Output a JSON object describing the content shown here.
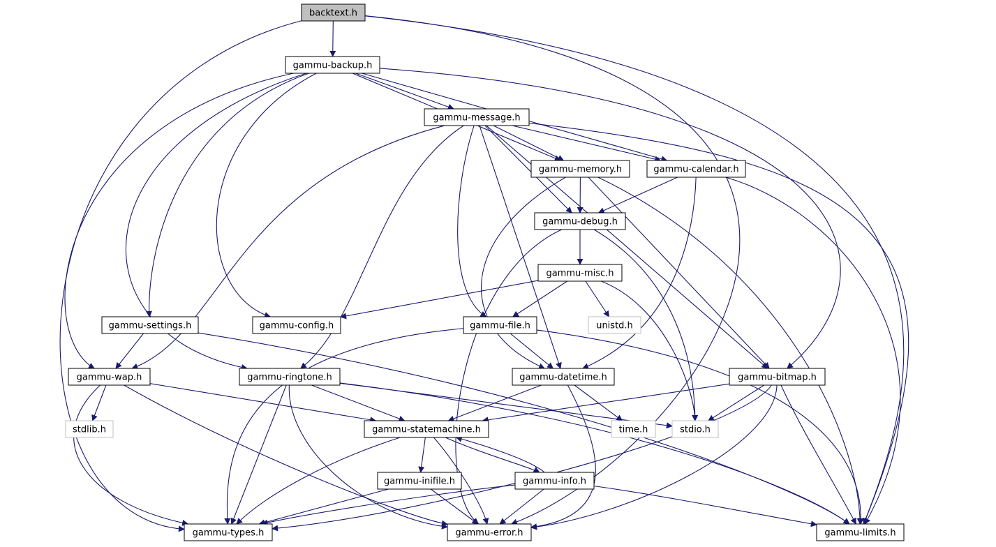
{
  "colors": {
    "edge": "#191970",
    "root_fill": "#bfbfbf",
    "node_fill": "#ffffff",
    "external_border": "#bfbfbf"
  },
  "nodes": [
    {
      "id": "backtext",
      "label": "backtext.h",
      "kind": "root"
    },
    {
      "id": "backup",
      "label": "gammu-backup.h",
      "kind": "normal"
    },
    {
      "id": "message",
      "label": "gammu-message.h",
      "kind": "normal"
    },
    {
      "id": "memory",
      "label": "gammu-memory.h",
      "kind": "normal"
    },
    {
      "id": "calendar",
      "label": "gammu-calendar.h",
      "kind": "normal"
    },
    {
      "id": "debug",
      "label": "gammu-debug.h",
      "kind": "normal"
    },
    {
      "id": "misc",
      "label": "gammu-misc.h",
      "kind": "normal"
    },
    {
      "id": "settings",
      "label": "gammu-settings.h",
      "kind": "normal"
    },
    {
      "id": "config",
      "label": "gammu-config.h",
      "kind": "normal"
    },
    {
      "id": "unistd",
      "label": "unistd.h",
      "kind": "external"
    },
    {
      "id": "file",
      "label": "gammu-file.h",
      "kind": "normal"
    },
    {
      "id": "wap",
      "label": "gammu-wap.h",
      "kind": "normal"
    },
    {
      "id": "ringtone",
      "label": "gammu-ringtone.h",
      "kind": "normal"
    },
    {
      "id": "datetime",
      "label": "gammu-datetime.h",
      "kind": "normal"
    },
    {
      "id": "bitmap",
      "label": "gammu-bitmap.h",
      "kind": "normal"
    },
    {
      "id": "stdlib",
      "label": "stdlib.h",
      "kind": "external"
    },
    {
      "id": "statemachine",
      "label": "gammu-statemachine.h",
      "kind": "normal"
    },
    {
      "id": "time",
      "label": "time.h",
      "kind": "external"
    },
    {
      "id": "stdio",
      "label": "stdio.h",
      "kind": "external"
    },
    {
      "id": "inifile",
      "label": "gammu-inifile.h",
      "kind": "normal"
    },
    {
      "id": "info",
      "label": "gammu-info.h",
      "kind": "normal"
    },
    {
      "id": "types",
      "label": "gammu-types.h",
      "kind": "normal"
    },
    {
      "id": "error",
      "label": "gammu-error.h",
      "kind": "normal"
    },
    {
      "id": "limits",
      "label": "gammu-limits.h",
      "kind": "normal"
    }
  ],
  "edges": [
    [
      "backtext",
      "backup"
    ],
    [
      "backtext",
      "types"
    ],
    [
      "backtext",
      "error"
    ],
    [
      "backtext",
      "limits"
    ],
    [
      "backup",
      "message"
    ],
    [
      "backup",
      "memory"
    ],
    [
      "backup",
      "calendar"
    ],
    [
      "backup",
      "settings"
    ],
    [
      "backup",
      "config"
    ],
    [
      "backup",
      "wap"
    ],
    [
      "backup",
      "ringtone"
    ],
    [
      "backup",
      "bitmap"
    ],
    [
      "message",
      "memory"
    ],
    [
      "message",
      "calendar"
    ],
    [
      "message",
      "debug"
    ],
    [
      "message",
      "file"
    ],
    [
      "message",
      "wap"
    ],
    [
      "message",
      "ringtone"
    ],
    [
      "message",
      "datetime"
    ],
    [
      "message",
      "bitmap"
    ],
    [
      "message",
      "limits"
    ],
    [
      "memory",
      "debug"
    ],
    [
      "memory",
      "datetime"
    ],
    [
      "memory",
      "bitmap"
    ],
    [
      "memory",
      "limits"
    ],
    [
      "calendar",
      "debug"
    ],
    [
      "calendar",
      "datetime"
    ],
    [
      "calendar",
      "limits"
    ],
    [
      "debug",
      "misc"
    ],
    [
      "debug",
      "stdio"
    ],
    [
      "debug",
      "error"
    ],
    [
      "misc",
      "config"
    ],
    [
      "misc",
      "unistd"
    ],
    [
      "misc",
      "file"
    ],
    [
      "misc",
      "stdio"
    ],
    [
      "settings",
      "wap"
    ],
    [
      "settings",
      "limits"
    ],
    [
      "file",
      "datetime"
    ],
    [
      "file",
      "types"
    ],
    [
      "file",
      "limits"
    ],
    [
      "wap",
      "stdlib"
    ],
    [
      "wap",
      "statemachine"
    ],
    [
      "wap",
      "types"
    ],
    [
      "wap",
      "error"
    ],
    [
      "ringtone",
      "statemachine"
    ],
    [
      "ringtone",
      "stdio"
    ],
    [
      "ringtone",
      "types"
    ],
    [
      "ringtone",
      "error"
    ],
    [
      "ringtone",
      "limits"
    ],
    [
      "datetime",
      "statemachine"
    ],
    [
      "datetime",
      "time"
    ],
    [
      "datetime",
      "error"
    ],
    [
      "bitmap",
      "statemachine"
    ],
    [
      "bitmap",
      "stdio"
    ],
    [
      "bitmap",
      "types"
    ],
    [
      "bitmap",
      "error"
    ],
    [
      "bitmap",
      "limits"
    ],
    [
      "statemachine",
      "inifile"
    ],
    [
      "statemachine",
      "info"
    ],
    [
      "statemachine",
      "types"
    ],
    [
      "statemachine",
      "error"
    ],
    [
      "inifile",
      "types"
    ],
    [
      "inifile",
      "error"
    ],
    [
      "info",
      "statemachine"
    ],
    [
      "info",
      "types"
    ],
    [
      "info",
      "error"
    ],
    [
      "info",
      "limits"
    ]
  ]
}
